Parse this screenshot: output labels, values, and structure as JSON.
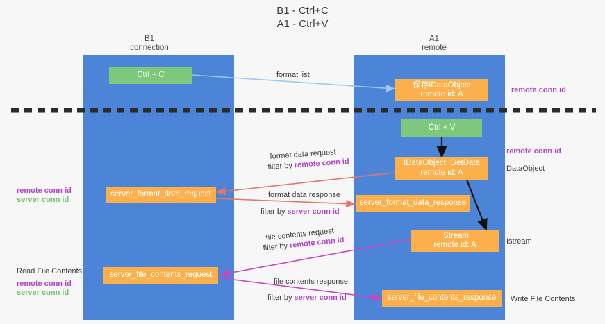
{
  "title": {
    "line1": "B1 - Ctrl+C",
    "line2": "A1 - Ctrl+V"
  },
  "columns": [
    {
      "id": "b1",
      "name": "B1",
      "sub": "connection"
    },
    {
      "id": "a1",
      "name": "A1",
      "sub": "remote"
    }
  ],
  "nodes": {
    "ctrl_c": {
      "label": "Ctrl + C"
    },
    "save_dataobject": {
      "line1": "保存IDataObject",
      "line2": "remote id: A"
    },
    "ctrl_v": {
      "label": "Ctrl + V"
    },
    "getdata": {
      "line1": "IDataObject::GetData",
      "line2": "remote id: A"
    },
    "fmt_req": {
      "label": "server_format_data_request"
    },
    "fmt_resp": {
      "label": "server_format_data_response"
    },
    "istream": {
      "line1": "IStream",
      "line2": "remote id: A"
    },
    "file_req": {
      "label": "server_file_contents_request"
    },
    "file_resp": {
      "label": "server_file_contents_response"
    }
  },
  "edge_labels": {
    "format_list": "format list",
    "fmt_req_top": "format data request",
    "fmt_req_filter_pre": "filter by ",
    "fmt_req_filter_key": "remote conn id",
    "fmt_resp_top": "format data response",
    "fmt_resp_filter_pre": "filter by ",
    "fmt_resp_filter_key": "server conn id",
    "file_req_top": "file contents request",
    "file_req_filter_pre": "filter by ",
    "file_req_filter_key": "remote conn id",
    "file_resp_top": "file contents response",
    "file_resp_filter_pre": "filter by ",
    "file_resp_filter_key": "server conn id"
  },
  "side_labels": {
    "right_remote_conn_id_1": "remote conn id",
    "right_remote_conn_id_2": "remote conn id",
    "right_dataobject": "DataObject",
    "right_istream": "Istream",
    "right_write_file_contents": "Write File Contents",
    "left_remote_conn_id_1": "remote conn id",
    "left_server_conn_id_1": "server conn id",
    "left_read_file_contents": "Read File Contents",
    "left_remote_conn_id_2": "remote conn id",
    "left_server_conn_id_2": "server conn id"
  },
  "colors": {
    "lane": "#4c85d8",
    "green_node": "#7ec87e",
    "orange_node": "#fbb04c",
    "purple_text": "#b046c8",
    "green_text": "#6fbf6f",
    "format_list_arrow": "#9dc8ef",
    "format_data_arrow": "#e8736a",
    "file_contents_arrow": "#cc44bb",
    "black_arrow": "#111111",
    "background": "#f7f7f7"
  }
}
